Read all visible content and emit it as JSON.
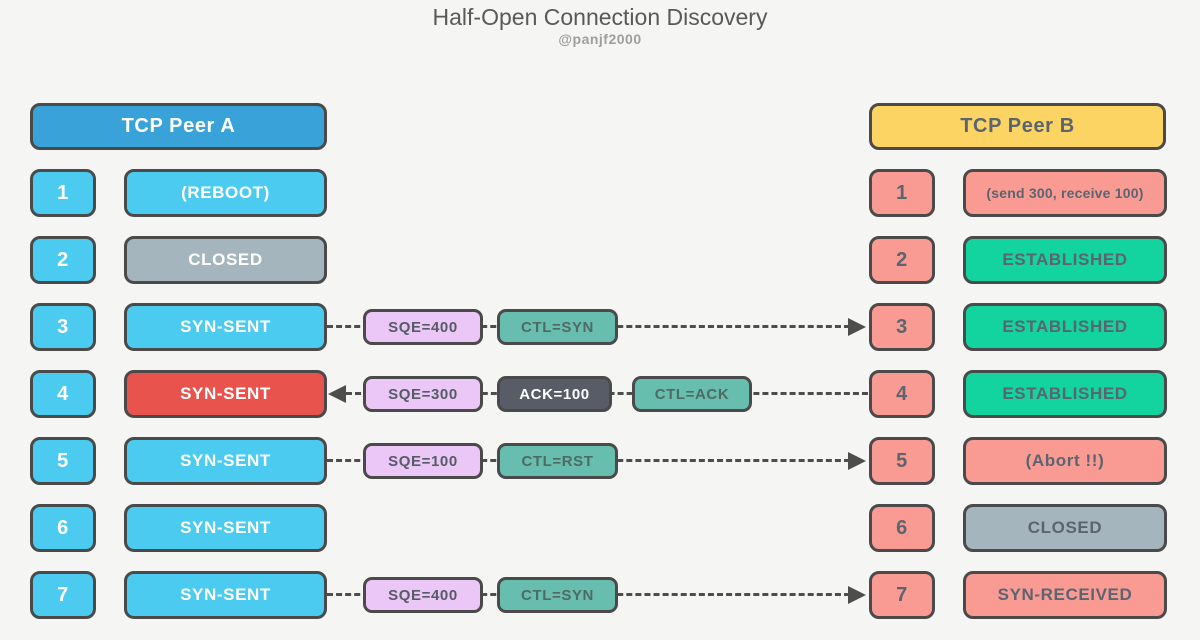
{
  "title": "Half-Open Connection Discovery",
  "subtitle": "@panjf2000",
  "peer_a": {
    "label": "TCP Peer A"
  },
  "peer_b": {
    "label": "TCP Peer B"
  },
  "palette": {
    "background": "#f5f5f3",
    "box_border": "#4a4a4a",
    "peer_a_header_blue": "#39a3d9",
    "peer_b_header_yellow": "#fcd463",
    "peer_a_cyan": "#4bcbf0",
    "error_red": "#e9534e",
    "closed_gray": "#a4b5bd",
    "peer_b_salmon": "#f99b93",
    "established_green": "#13d39e",
    "seq_purple": "#ebc7f7",
    "ctl_teal": "#68beae",
    "ack_dark": "#575c67",
    "arrow_gray": "#4d4d4d"
  },
  "rows": [
    {
      "num": "1",
      "a_state": "(REBOOT)",
      "b_state": "(send 300, receive 100)",
      "arrow": "none",
      "messages": []
    },
    {
      "num": "2",
      "a_state": "CLOSED",
      "b_state": "ESTABLISHED",
      "arrow": "none",
      "messages": []
    },
    {
      "num": "3",
      "a_state": "SYN-SENT",
      "b_state": "ESTABLISHED",
      "arrow": "right",
      "messages": [
        {
          "text": "SQE=400"
        },
        {
          "text": "CTL=SYN"
        }
      ]
    },
    {
      "num": "4",
      "a_state": "SYN-SENT",
      "b_state": "ESTABLISHED",
      "arrow": "left",
      "messages": [
        {
          "text": "SQE=300"
        },
        {
          "text": "ACK=100"
        },
        {
          "text": "CTL=ACK"
        }
      ]
    },
    {
      "num": "5",
      "a_state": "SYN-SENT",
      "b_state": "(Abort !!)",
      "arrow": "right",
      "messages": [
        {
          "text": "SQE=100"
        },
        {
          "text": "CTL=RST"
        }
      ]
    },
    {
      "num": "6",
      "a_state": "SYN-SENT",
      "b_state": "CLOSED",
      "arrow": "none",
      "messages": []
    },
    {
      "num": "7",
      "a_state": "SYN-SENT",
      "b_state": "SYN-RECEIVED",
      "arrow": "right",
      "messages": [
        {
          "text": "SQE=400"
        },
        {
          "text": "CTL=SYN"
        }
      ]
    }
  ]
}
